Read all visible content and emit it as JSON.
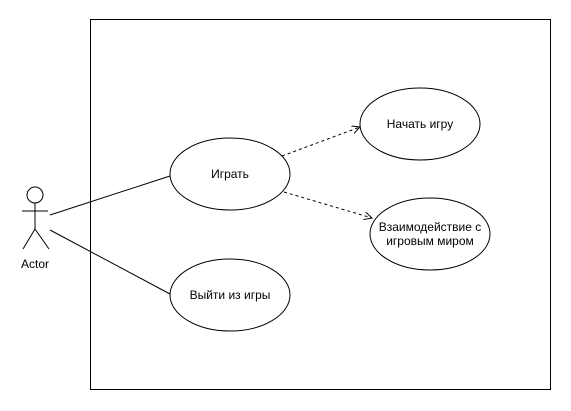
{
  "actor": {
    "label": "Actor"
  },
  "use_cases": {
    "play": "Играть",
    "exit": "Выйти из игры",
    "start": "Начать игру",
    "interact_line1": "Взаимодействие с",
    "interact_line2": "игровым миром"
  },
  "colors": {
    "stroke": "#000000",
    "fill": "#ffffff",
    "background": "#ffffff"
  }
}
